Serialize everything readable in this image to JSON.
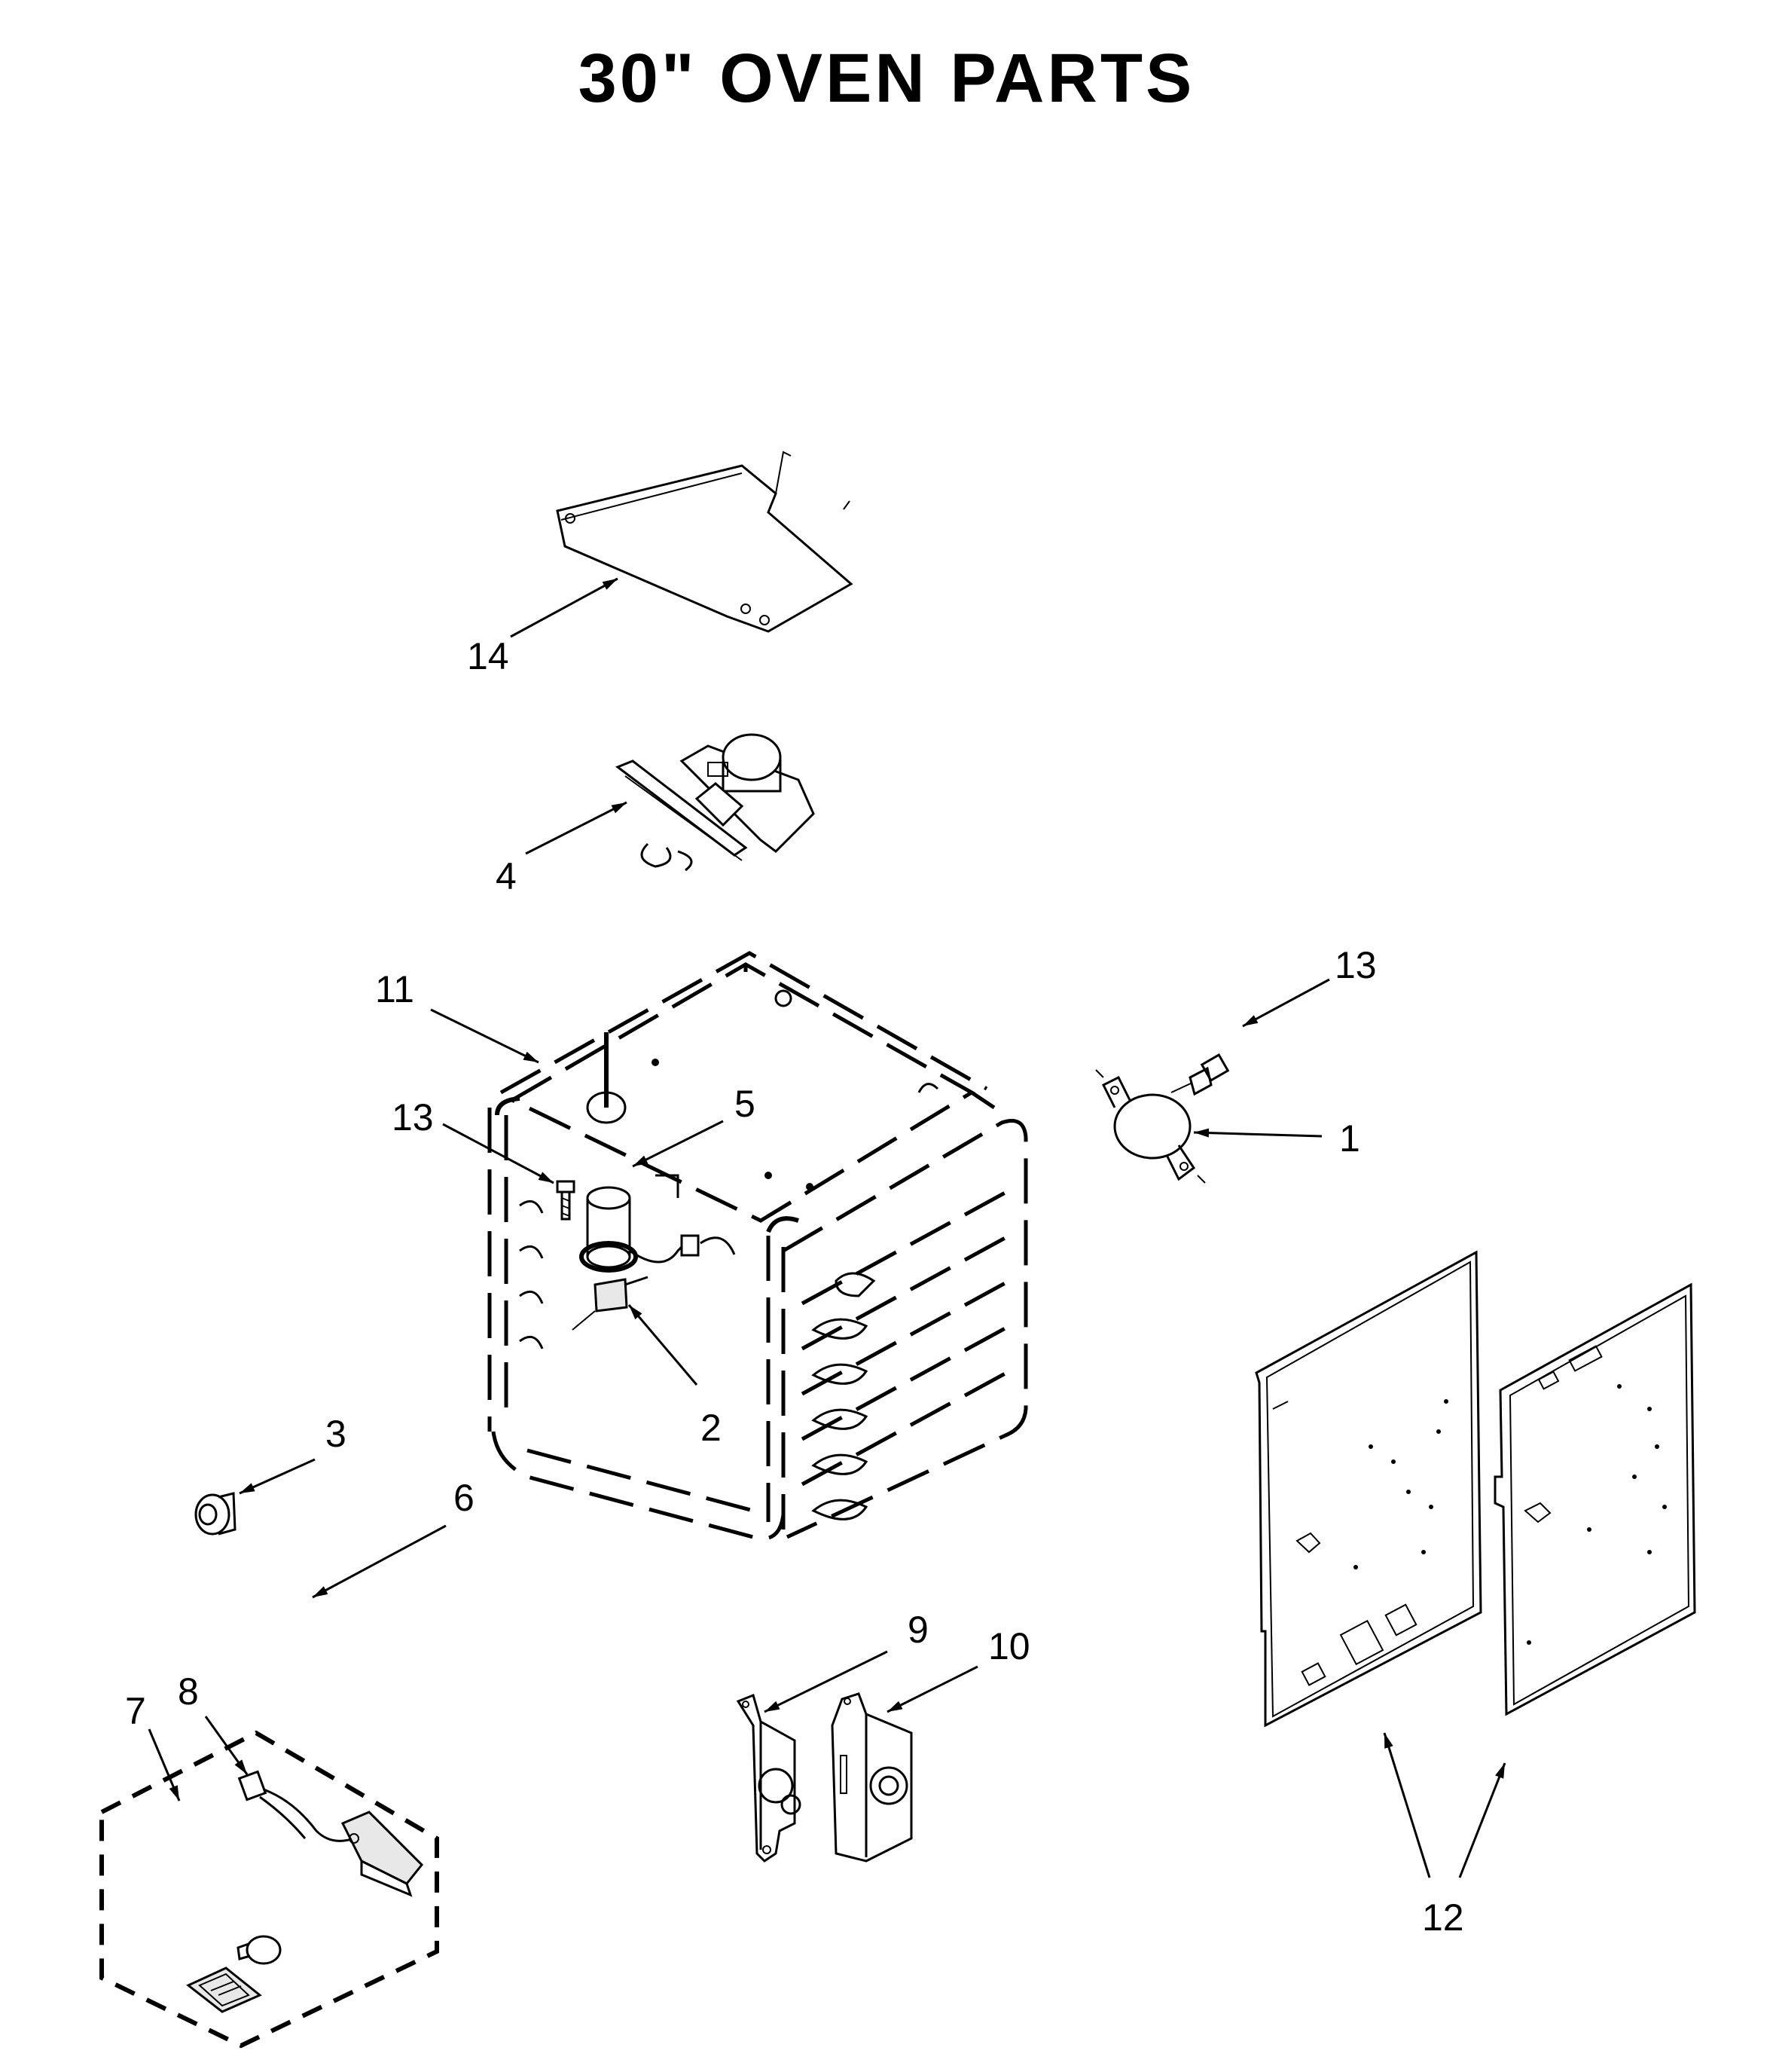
{
  "title": "30\" OVEN PARTS",
  "callouts": [
    {
      "id": "14",
      "label": "14"
    },
    {
      "id": "4",
      "label": "4"
    },
    {
      "id": "11",
      "label": "11"
    },
    {
      "id": "13a",
      "label": "13"
    },
    {
      "id": "5",
      "label": "5"
    },
    {
      "id": "2",
      "label": "2"
    },
    {
      "id": "13b",
      "label": "13"
    },
    {
      "id": "1",
      "label": "1"
    },
    {
      "id": "3",
      "label": "3"
    },
    {
      "id": "6",
      "label": "6"
    },
    {
      "id": "7",
      "label": "7"
    },
    {
      "id": "8",
      "label": "8"
    },
    {
      "id": "9",
      "label": "9"
    },
    {
      "id": "10",
      "label": "10"
    },
    {
      "id": "12",
      "label": "12"
    }
  ]
}
